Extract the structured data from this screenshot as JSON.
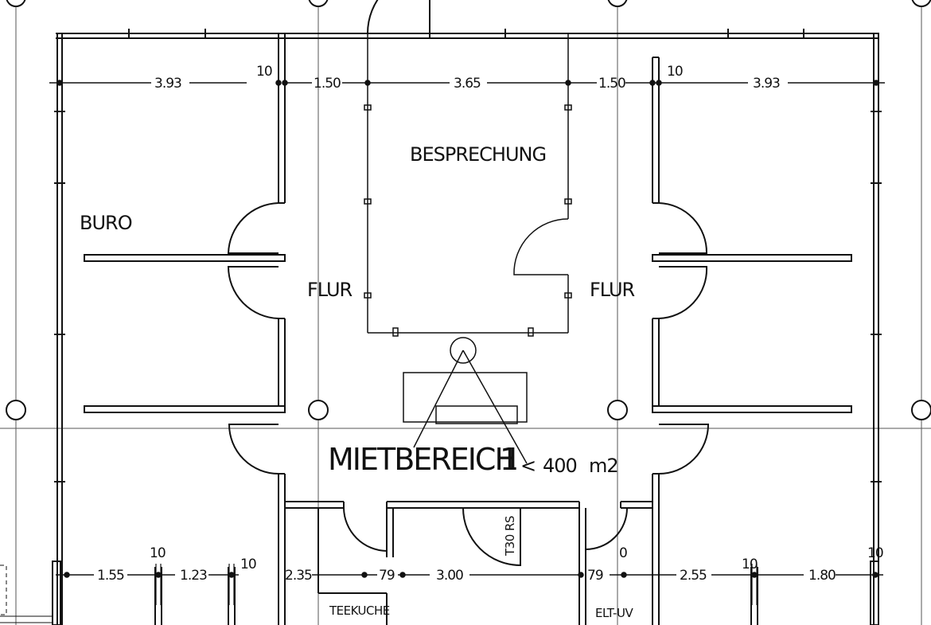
{
  "rooms": {
    "buro": "BURO",
    "besprechung": "BESPRECHUNG",
    "flur_left": "FLUR",
    "flur_right": "FLUR",
    "mietbereich": "MIETBEREICH",
    "mietbereich_number": "1",
    "area": "400",
    "area_unit": "m2",
    "teekuche": "TEEKUCHE",
    "elt_uv": "ELT-UV",
    "door_rating": "T30 RS"
  },
  "dimensions_top": {
    "left_office": "3.93",
    "left_wall": "10",
    "left_corridor": "1.50",
    "meeting": "3.65",
    "right_corridor": "1.50",
    "right_wall": "10",
    "right_office": "3.93"
  },
  "dimensions_bottom": {
    "d1": "1.55",
    "w1": "10",
    "d2": "1.23",
    "w2": "10",
    "d3": "2.35",
    "d4": "79",
    "d5": "3.00",
    "d6": "79",
    "w3": "0",
    "d7": "2.55",
    "w4": "10",
    "d8": "1.80",
    "w5": "10"
  },
  "colors": {
    "ink": "#111111",
    "paper": "#ffffff"
  }
}
